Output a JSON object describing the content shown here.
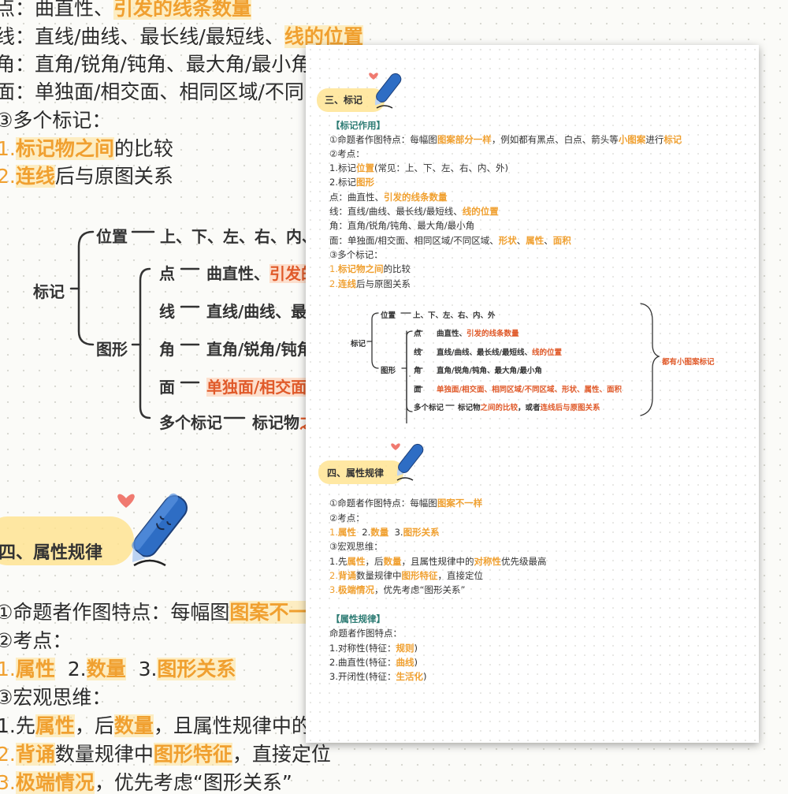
{
  "background": {
    "line1": {
      "pre": "点：曲直性、",
      "hl": "引发的线条数量"
    },
    "line2": {
      "pre": "线：直线/曲线、最长线/最短线、",
      "hl": "线的位置"
    },
    "line3": {
      "pre": "角：直角/锐角/钝角、最大角/最小角"
    },
    "line4": {
      "pre": "面：单独面/相交面、相同区域/不同"
    },
    "line5": {
      "pre": "③多个标记："
    },
    "line6": {
      "num": "1.",
      "hl": "标记物之间",
      "post": "的比较"
    },
    "line7": {
      "num": "2.",
      "hl": "连线",
      "post": "后与原图关系"
    },
    "mindmap": {
      "root": "标记",
      "pos_label": "位置",
      "pos_value": "上、下、左、右、内、",
      "shape_label": "图形",
      "dot": "点",
      "dot_pre": "曲直性、",
      "dot_hl": "引发的",
      "line": "线",
      "line_val": "直线/曲线、最",
      "angle": "角",
      "angle_val": "直角/锐角/钝角",
      "face": "面",
      "face_hl": "单独面/相交面",
      "multi": "多个标记",
      "multi_pre": "标记物",
      "multi_hl": "之"
    },
    "section4": "四、属性规律",
    "b1": {
      "pre": "①命题者作图特点：每幅图",
      "hl": "图案不一"
    },
    "b2": "②考点：",
    "b3": {
      "n1": "1.",
      "h1": "属性",
      "n2": "2.",
      "h2": "数量",
      "n3": "3.",
      "h3": "图形关系"
    },
    "b4": "③宏观思维：",
    "b5": {
      "num": "1.先",
      "h1": "属性",
      "mid": "，后",
      "h2": "数量",
      "post": "，且属性规律中的"
    },
    "b6": {
      "num": "2.",
      "h1": "背诵",
      "mid": "数量规律中",
      "h2": "图形特征",
      "post": "，直接定位"
    },
    "b7": {
      "num": "3.",
      "h1": "极端情况",
      "post": "，优先考虑“图形关系”"
    }
  },
  "paper": {
    "sec3": "三、标记",
    "role_head": "【标记作用】",
    "r1": {
      "pre": "①命题者作图特点：每幅图",
      "h1": "图案部分一样",
      "mid": "，例如都有黑点、白点、箭头等",
      "h2": "小图案",
      "mid2": "进行",
      "h3": "标记"
    },
    "r2": "②考点：",
    "r3": {
      "pre": "1.标记",
      "hl": "位置",
      "post": "(常见：上、下、左、右、内、外)"
    },
    "r4": {
      "pre": "2.标记",
      "hl": "图形"
    },
    "r5": {
      "pre": "点：曲直性、",
      "hl": "引发的线条数量"
    },
    "r6": {
      "pre": "线：直线/曲线、最长线/最短线、",
      "hl": "线的位置"
    },
    "r7": {
      "pre": "角：直角/锐角/钝角、最大角/最小角"
    },
    "r8": {
      "pre": "面：单独面/相交面、相同区域/不同区域、",
      "h1": "形状",
      "s1": "、",
      "h2": "属性",
      "s2": "、",
      "h3": "面积"
    },
    "r9": "③多个标记：",
    "r10": {
      "num": "1.",
      "hl": "标记物之间",
      "post": "的比较"
    },
    "r11": {
      "num": "2.",
      "hl": "连线",
      "post": "后与原图关系"
    },
    "mm": {
      "root": "标记",
      "pos": "位置",
      "pos_val": "上、下、左、右、内、外",
      "shape": "图形",
      "dot": "点",
      "dot_pre": "曲直性、",
      "dot_hl": "引发的线条数量",
      "line": "线",
      "line_pre": "直线/曲线、最长线/最短线、",
      "line_hl": "线的位置",
      "angle": "角",
      "angle_val": "直角/锐角/钝角、最大角/最小角",
      "face": "面",
      "face_hl": "单独面/相交面、相同区域/不同区域、形状、属性、面积",
      "multi": "多个标记",
      "multi_pre": "标记物",
      "multi_hl1": "之间的比较",
      "multi_mid": "，或者",
      "multi_hl2": "连线后与原图关系",
      "side": "都有小图案标记"
    },
    "sec4": "四、属性规律",
    "a1": {
      "pre": "①命题者作图特点：每幅图",
      "hl": "图案不一样"
    },
    "a2": "②考点：",
    "a3": {
      "n1": "1.",
      "h1": "属性",
      "n2": "2.",
      "h2": "数量",
      "n3": "3.",
      "h3": "图形关系"
    },
    "a4": "③宏观思维：",
    "a5": {
      "num": "1.先",
      "h1": "属性",
      "mid": "，后",
      "h2": "数量",
      "mid2": "，且属性规律中的",
      "h3": "对称性",
      "post": "优先级最高"
    },
    "a6": {
      "num": "2.",
      "h1": "背诵",
      "mid": "数量规律中",
      "h2": "图形特征",
      "post": "，直接定位"
    },
    "a7": {
      "num": "3.",
      "h1": "极端情况",
      "post": "，优先考虑“图形关系”"
    },
    "rule_head": "【属性规律】",
    "c1": "命题者作图特点：",
    "c2": {
      "pre": "1.对称性(特征：",
      "hl": "规则",
      "post": ")"
    },
    "c3": {
      "pre": "2.曲直性(特征：",
      "hl": "曲线",
      "post": ")"
    },
    "c4": {
      "pre": "3.开闭性(特征：",
      "hl": "生活化",
      "post": ")"
    }
  },
  "colors": {
    "accent_orange": "#f0a030",
    "accent_red": "#e05a2a",
    "teal_heading": "#2c7b73",
    "pill_yellow": "#ffe28c"
  },
  "icons": [
    "pen-icon",
    "heart-icon"
  ]
}
